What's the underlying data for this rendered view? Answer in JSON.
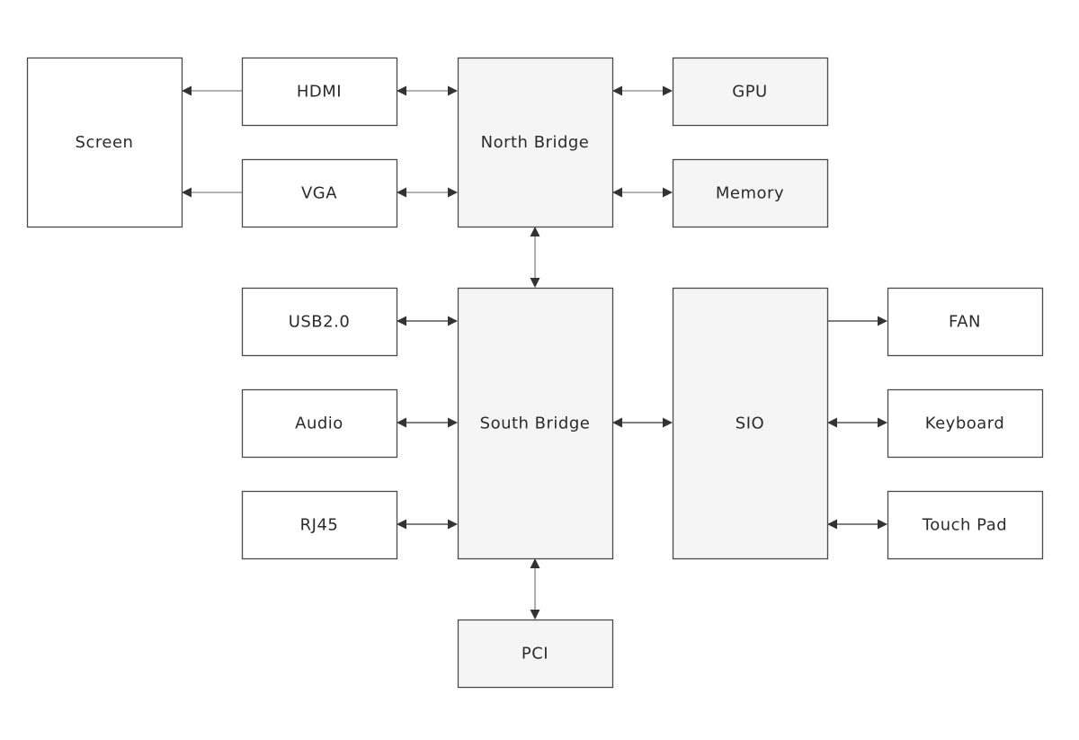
{
  "diagram": {
    "title": "",
    "colors": {
      "white_fill": "#ffffff",
      "gray_fill": "#f5f5f5",
      "border": "#4a4a4a",
      "text": "#2b2b2b",
      "line_light": "#9a9a9a",
      "line_dark": "#555555",
      "arrowhead": "#333333"
    },
    "nodes": [
      {
        "id": "screen",
        "label": "Screen",
        "fill": "white"
      },
      {
        "id": "hdmi",
        "label": "HDMI",
        "fill": "white"
      },
      {
        "id": "vga",
        "label": "VGA",
        "fill": "white"
      },
      {
        "id": "north_bridge",
        "label": "North Bridge",
        "fill": "gray"
      },
      {
        "id": "gpu",
        "label": "GPU",
        "fill": "gray"
      },
      {
        "id": "memory",
        "label": "Memory",
        "fill": "gray"
      },
      {
        "id": "usb",
        "label": "USB2.0",
        "fill": "white"
      },
      {
        "id": "audio",
        "label": "Audio",
        "fill": "white"
      },
      {
        "id": "rj45",
        "label": "RJ45",
        "fill": "white"
      },
      {
        "id": "south_bridge",
        "label": "South Bridge",
        "fill": "gray"
      },
      {
        "id": "sio",
        "label": "SIO",
        "fill": "gray"
      },
      {
        "id": "fan",
        "label": "FAN",
        "fill": "white"
      },
      {
        "id": "keyboard",
        "label": "Keyboard",
        "fill": "white"
      },
      {
        "id": "touch_pad",
        "label": "Touch Pad",
        "fill": "white"
      },
      {
        "id": "pci",
        "label": "PCI",
        "fill": "gray"
      }
    ],
    "edges": [
      {
        "from": "hdmi",
        "to": "screen",
        "direction": "forward"
      },
      {
        "from": "vga",
        "to": "screen",
        "direction": "forward"
      },
      {
        "from": "hdmi",
        "to": "north_bridge",
        "direction": "both"
      },
      {
        "from": "vga",
        "to": "north_bridge",
        "direction": "both"
      },
      {
        "from": "north_bridge",
        "to": "gpu",
        "direction": "both"
      },
      {
        "from": "north_bridge",
        "to": "memory",
        "direction": "both"
      },
      {
        "from": "north_bridge",
        "to": "south_bridge",
        "direction": "both"
      },
      {
        "from": "usb",
        "to": "south_bridge",
        "direction": "both"
      },
      {
        "from": "audio",
        "to": "south_bridge",
        "direction": "both"
      },
      {
        "from": "rj45",
        "to": "south_bridge",
        "direction": "both"
      },
      {
        "from": "south_bridge",
        "to": "sio",
        "direction": "both"
      },
      {
        "from": "south_bridge",
        "to": "pci",
        "direction": "both"
      },
      {
        "from": "sio",
        "to": "fan",
        "direction": "forward"
      },
      {
        "from": "sio",
        "to": "keyboard",
        "direction": "both"
      },
      {
        "from": "sio",
        "to": "touch_pad",
        "direction": "both"
      }
    ]
  }
}
